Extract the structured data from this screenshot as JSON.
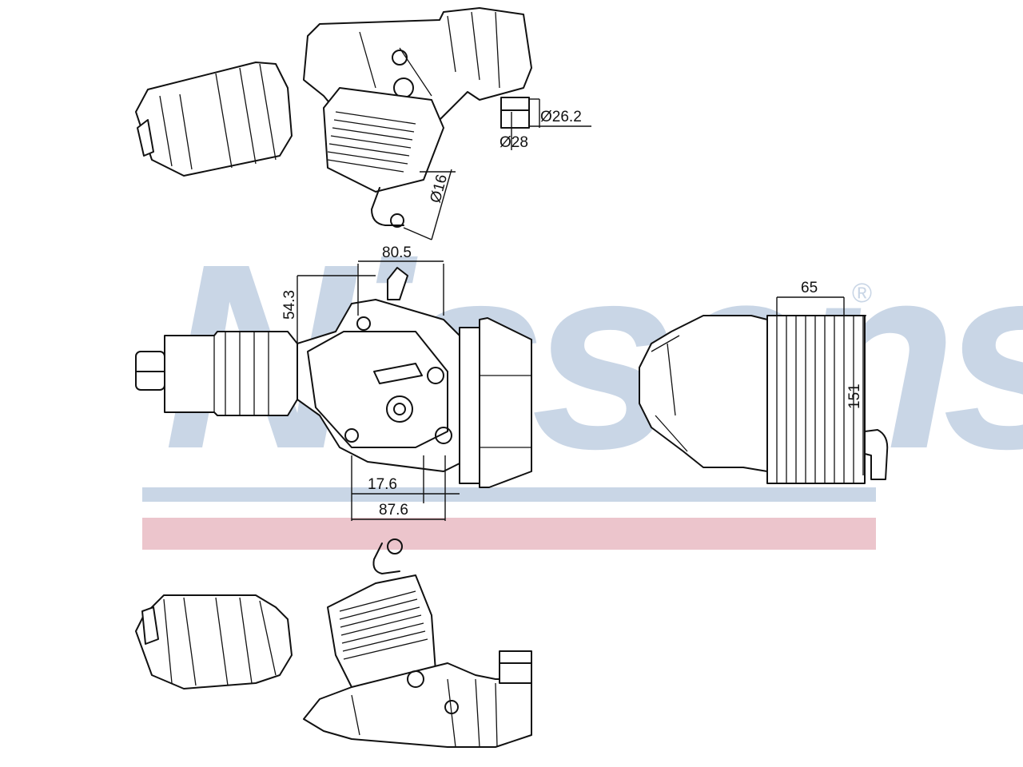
{
  "watermark": {
    "brand": "Nissens",
    "registered_mark": "®",
    "band_blue": "#c9d6e6",
    "band_red": "#ecc5cc"
  },
  "dimensions": {
    "d_26_2": "Ø26.2",
    "d_28": "Ø28",
    "d_16": "Ø16",
    "w_80_5": "80.5",
    "h_54_3": "54.3",
    "w_17_6": "17.6",
    "w_87_6": "87.6",
    "w_65": "65",
    "h_151": "151"
  }
}
